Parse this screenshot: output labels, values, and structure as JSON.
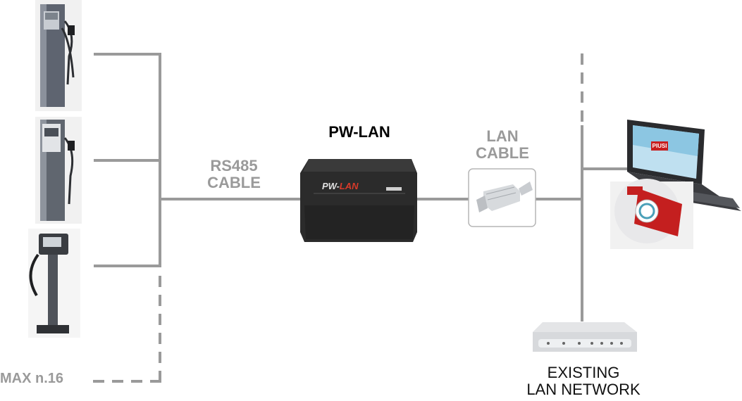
{
  "device": {
    "title": "PW-LAN",
    "brand_left": "PW-",
    "brand_right": "LAN"
  },
  "labels": {
    "rs485_line1": "RS485",
    "rs485_line2": "CABLE",
    "lan_line1": "LAN",
    "lan_line2": "CABLE",
    "existing_line1": "EXISTING",
    "existing_line2": "LAN NETWORK",
    "max": "MAX n.16"
  },
  "logo": {
    "text": "PIUSI"
  },
  "colors": {
    "line": "#9a9a9a",
    "label": "#9a9a9a",
    "device": "#2b2b2b",
    "accent": "#d83a2a"
  },
  "icons": [
    "fuel-dispenser-icon",
    "fuel-dispenser-icon",
    "fuel-pedestal-icon",
    "pw-lan-box-icon",
    "rj45-connector-icon",
    "laptop-icon",
    "cd-icon",
    "network-switch-icon"
  ]
}
